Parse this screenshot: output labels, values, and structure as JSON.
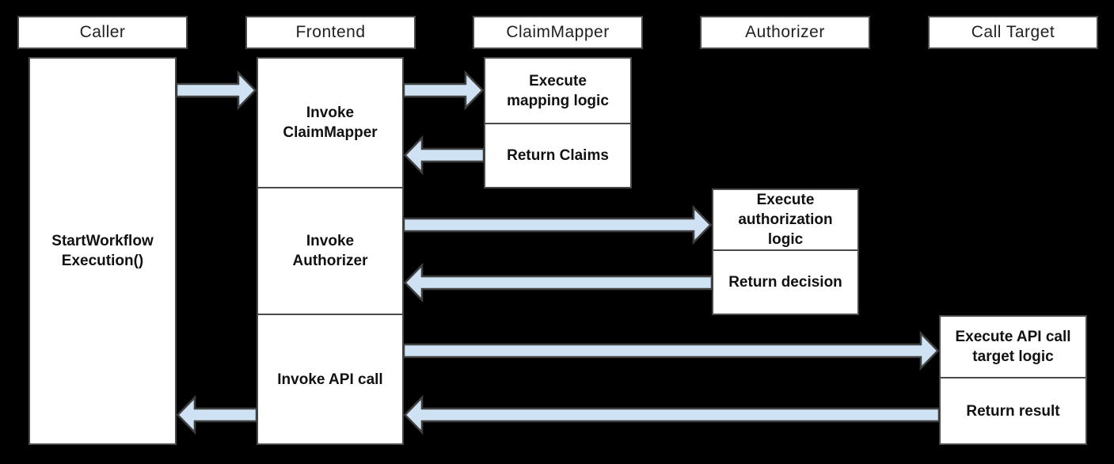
{
  "lanes": [
    {
      "label": "Caller",
      "boxes": [
        {
          "lines": [
            "StartWorkflow",
            "Execution()"
          ]
        }
      ]
    },
    {
      "label": "Frontend",
      "boxes": [
        {
          "lines": [
            "Invoke",
            "ClaimMapper"
          ]
        },
        {
          "lines": [
            "Invoke",
            "Authorizer"
          ]
        },
        {
          "lines": [
            "Invoke API call"
          ]
        }
      ]
    },
    {
      "label": "ClaimMapper",
      "boxes": [
        {
          "lines": [
            "Execute",
            "mapping logic"
          ]
        },
        {
          "lines": [
            "Return Claims"
          ]
        }
      ]
    },
    {
      "label": "Authorizer",
      "boxes": [
        {
          "lines": [
            "Execute",
            "authorization",
            "logic"
          ]
        },
        {
          "lines": [
            "Return decision"
          ]
        }
      ]
    },
    {
      "label": "Call Target",
      "boxes": [
        {
          "lines": [
            "Execute API call",
            "target logic"
          ]
        },
        {
          "lines": [
            "Return result"
          ]
        }
      ]
    }
  ],
  "edges": [
    {
      "from": "Caller",
      "to": "Frontend"
    },
    {
      "from": "Frontend",
      "to": "ClaimMapper"
    },
    {
      "from": "ClaimMapper",
      "to": "Frontend"
    },
    {
      "from": "Frontend",
      "to": "Authorizer"
    },
    {
      "from": "Authorizer",
      "to": "Frontend"
    },
    {
      "from": "Frontend",
      "to": "Call Target"
    },
    {
      "from": "Call Target",
      "to": "Frontend"
    },
    {
      "from": "Frontend",
      "to": "Caller"
    }
  ],
  "colors": {
    "background": "#000000",
    "box_fill": "#ffffff",
    "box_border": "#4a4a4a",
    "arrow_fill": "#cfe2f3",
    "arrow_stroke": "#3f3f3f",
    "header_text": "#212121",
    "box_text": "#111111"
  }
}
